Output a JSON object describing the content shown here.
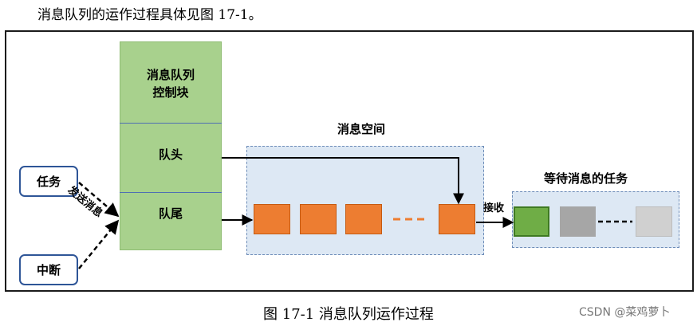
{
  "intro_text": "消息队列的运作过程具体见图 17-1。",
  "control_block": {
    "title_line1": "消息队列",
    "title_line2": "控制块",
    "head_label": "队头",
    "tail_label": "队尾"
  },
  "message_space": {
    "title": "消息空间"
  },
  "waiting_tasks": {
    "title": "等待消息的任务"
  },
  "sources": {
    "task_label": "任务",
    "interrupt_label": "中断"
  },
  "send_label": "发送消息",
  "receive_label": "接收",
  "caption": "图 17-1 消息队列运作过程",
  "watermark": "CSDN @菜鸡萝卜",
  "colors": {
    "control_block": "#a8d18d",
    "message": "#ed7d31",
    "waiting_task_1": "#6fad46",
    "waiting_task_2": "#a6a6a6",
    "waiting_task_3": "#d0d0d0",
    "space_fill": "#dde8f4"
  }
}
